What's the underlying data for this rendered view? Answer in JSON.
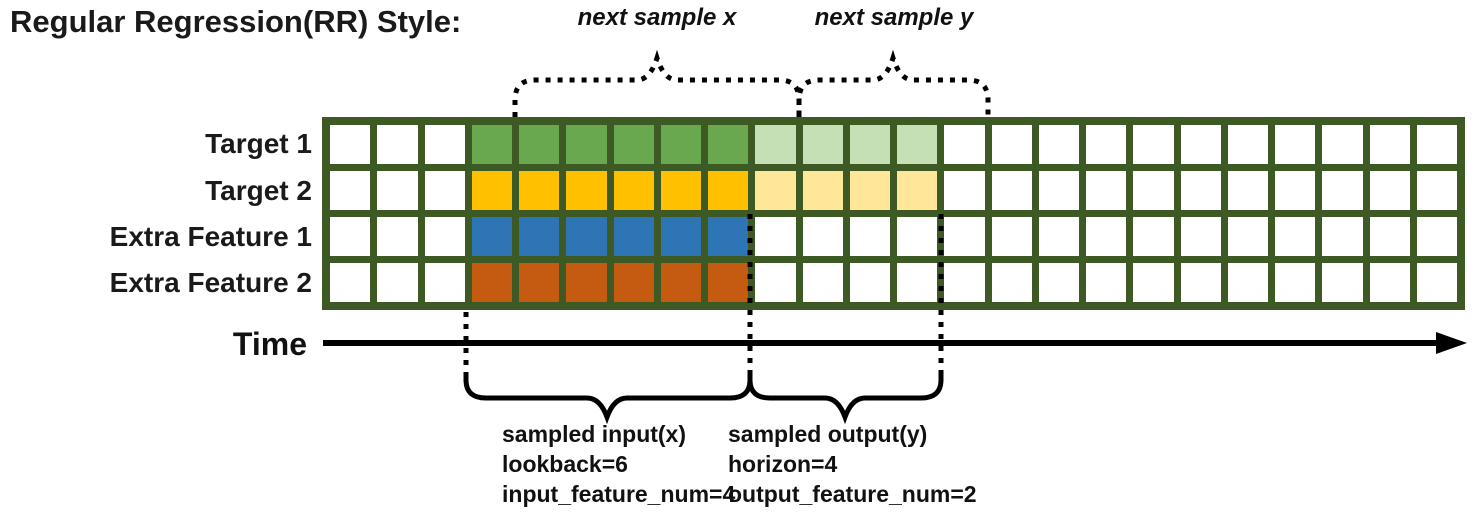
{
  "title": "Regular Regression(RR) Style:",
  "grid": {
    "columns": 24,
    "input_start_col": 3,
    "lookback": 6,
    "horizon": 4,
    "border_color": "#3d5a24",
    "empty_color": "#ffffff",
    "rows": [
      {
        "label": "Target 1",
        "input_color": "#6aa84f",
        "output_color": "#c5e0b4"
      },
      {
        "label": "Target 2",
        "input_color": "#ffc000",
        "output_color": "#ffe699"
      },
      {
        "label": "Extra Feature 1",
        "input_color": "#2e75b6",
        "output_color": "#ffffff"
      },
      {
        "label": "Extra Feature 2",
        "input_color": "#c55a11",
        "output_color": "#ffffff"
      }
    ]
  },
  "annotations": {
    "next_sample_x": "next sample x",
    "next_sample_y": "next sample y",
    "input_block": [
      "sampled input(x)",
      "lookback=6",
      "input_feature_num=4"
    ],
    "output_block": [
      "sampled output(y)",
      "horizon=4",
      "output_feature_num=2"
    ]
  },
  "time_axis": {
    "label": "Time"
  },
  "accent_colors": {
    "grid_border": "#3d5a24",
    "annotation_line": "#000000"
  }
}
